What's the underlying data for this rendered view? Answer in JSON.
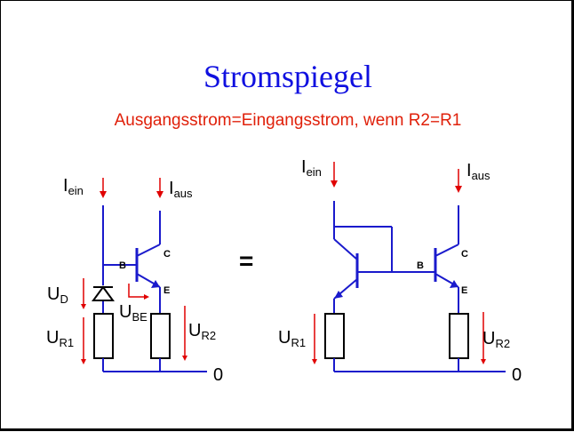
{
  "slide": {
    "title": "Stromspiegel",
    "subtitle": "Ausgangsstrom=Eingangsstrom, wenn R2=R1"
  },
  "colors": {
    "title": "#1010e0",
    "subtitle": "#e0200a",
    "wire": "#1a1acc",
    "arrow": "#e00000"
  },
  "left_circuit": {
    "i_in": {
      "main": "I",
      "sub": "ein"
    },
    "i_out": {
      "main": "I",
      "sub": "aus"
    },
    "u_d": {
      "main": "U",
      "sub": "D"
    },
    "u_be": {
      "main": "U",
      "sub": "BE"
    },
    "u_r1": {
      "main": "U",
      "sub": "R1"
    },
    "u_r2": {
      "main": "U",
      "sub": "R2"
    },
    "pin_b": "B",
    "pin_c": "C",
    "pin_e": "E",
    "ground": "0"
  },
  "equals": "=",
  "right_circuit": {
    "i_in": {
      "main": "I",
      "sub": "ein"
    },
    "i_out": {
      "main": "I",
      "sub": "aus"
    },
    "u_r1": {
      "main": "U",
      "sub": "R1"
    },
    "u_r2": {
      "main": "U",
      "sub": "R2"
    },
    "pin_b": "B",
    "pin_c": "C",
    "pin_e": "E",
    "ground": "0"
  }
}
